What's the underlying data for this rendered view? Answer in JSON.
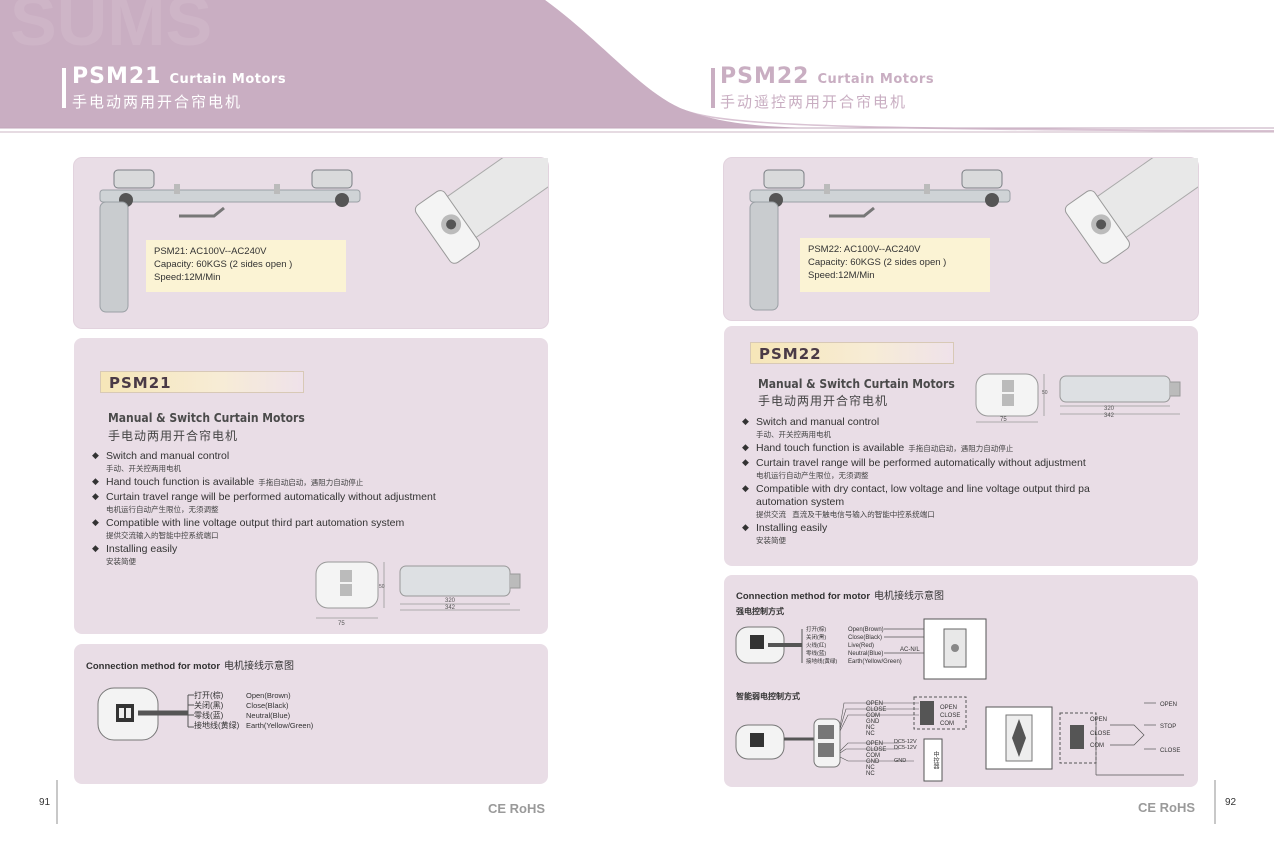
{
  "colors": {
    "header_mauve": "#c9aec2",
    "panel_bg": "#e9dde6",
    "spec_bg": "#fbf3d4"
  },
  "left": {
    "header": {
      "model": "PSM21",
      "subtitle": "Curtain Motors",
      "cn": "手电动两用开合帘电机"
    },
    "spec": {
      "line1": "PSM21: AC100V--AC240V",
      "line2": "Capacity: 60KGS (2 sides open )",
      "line3": "Speed:12M/Min"
    },
    "model_tag": "PSM21",
    "feature_title": "Manual & Switch  Curtain Motors",
    "feature_cn": "手电动两用开合帘电机",
    "features": [
      {
        "en": "Switch and manual control",
        "zh": "手动、开关控两用电机",
        "inline": ""
      },
      {
        "en": "Hand touch function is available",
        "zh": "",
        "inline": "手拖自动启动，遇阻力自动停止"
      },
      {
        "en": "Curtain travel range will be performed automatically without adjustment",
        "zh": "电机运行自动产生限位，无须调整",
        "inline": ""
      },
      {
        "en": "Compatible with line voltage output third part automation system",
        "zh": "提供交流输入的智能中控系统端口",
        "inline": ""
      },
      {
        "en": "Installing easily",
        "zh": "安装简便",
        "inline": ""
      }
    ],
    "dims": {
      "w": "75",
      "h": "50",
      "len": "320",
      "total": "342"
    },
    "connection": {
      "title": "Connection  method for motor",
      "title_cn": "电机接线示意图",
      "wires_cn": [
        "打开(棕)",
        "关闭(黑)",
        "零线(蓝)",
        "接地线(黄绿)"
      ],
      "wires_en": [
        "Open(Brown)",
        "Close(Black)",
        "Neutral(Blue)",
        "Earth(Yellow/Green)"
      ]
    },
    "page_number": "91",
    "rohs": "CE RoHS"
  },
  "right": {
    "header": {
      "model": "PSM22",
      "subtitle": "Curtain Motors",
      "cn": "手动遥控两用开合帘电机"
    },
    "spec": {
      "line1": "PSM22: AC100V--AC240V",
      "line2": "Capacity: 60KGS (2 sides open )",
      "line3": "Speed:12M/Min"
    },
    "model_tag": "PSM22",
    "feature_title": "Manual & Switch  Curtain Motors",
    "feature_cn": "手电动两用开合帘电机",
    "features": [
      {
        "en": "Switch and manual control",
        "zh": "手动、开关控两用电机",
        "inline": ""
      },
      {
        "en": "Hand touch function is available",
        "zh": "",
        "inline": "手拖自动启动，遇阻力自动停止"
      },
      {
        "en": "Curtain travel range will be performed automatically without adjustment",
        "zh": "电机运行自动产生限位，无须调整",
        "inline": ""
      },
      {
        "en": "Compatible with dry contact, low voltage and line voltage output third pa automation system",
        "zh": "提供交流   直流及干触电信号输入的智能中控系统端口",
        "inline": ""
      },
      {
        "en": "Installing easily",
        "zh": "安装简便",
        "inline": ""
      }
    ],
    "dims": {
      "w": "75",
      "h": "50",
      "len": "320",
      "total": "342"
    },
    "connection": {
      "title": "Connection  method for motor",
      "title_cn": "电机接线示意图",
      "strong_title": "强电控制方式",
      "weak_title": "智能弱电控制方式",
      "strong_cn": [
        "打开(棕)",
        "关闭(黑)",
        "火线(红)",
        "零线(蓝)",
        "接地线(黄绿)"
      ],
      "strong_en": [
        "Open(Brown)",
        "Close(Black)",
        "Live(Red)",
        "Neutral(Blue)",
        "Earth(Yellow/Green)"
      ],
      "acnl": "AC-N/L",
      "weak_top": [
        "OPEN",
        "CLOSE",
        "COM",
        "GND",
        "NC",
        "NC"
      ],
      "weak_bottom": [
        "OPEN",
        "CLOSE",
        "COM",
        "GND",
        "NC",
        "NC"
      ],
      "term_labels": [
        "OPEN",
        "CLOSE",
        "COM"
      ],
      "dc_labels": [
        "DC5-12V",
        "DC5-12V"
      ],
      "gnd": "GND",
      "controller_cn": "中控器",
      "switch_labels": [
        "OPEN",
        "STOP",
        "CLOSE"
      ],
      "switch_term": [
        "OPEN",
        "CLOSE",
        "COM"
      ]
    },
    "page_number": "92",
    "rohs": "CE RoHS"
  }
}
